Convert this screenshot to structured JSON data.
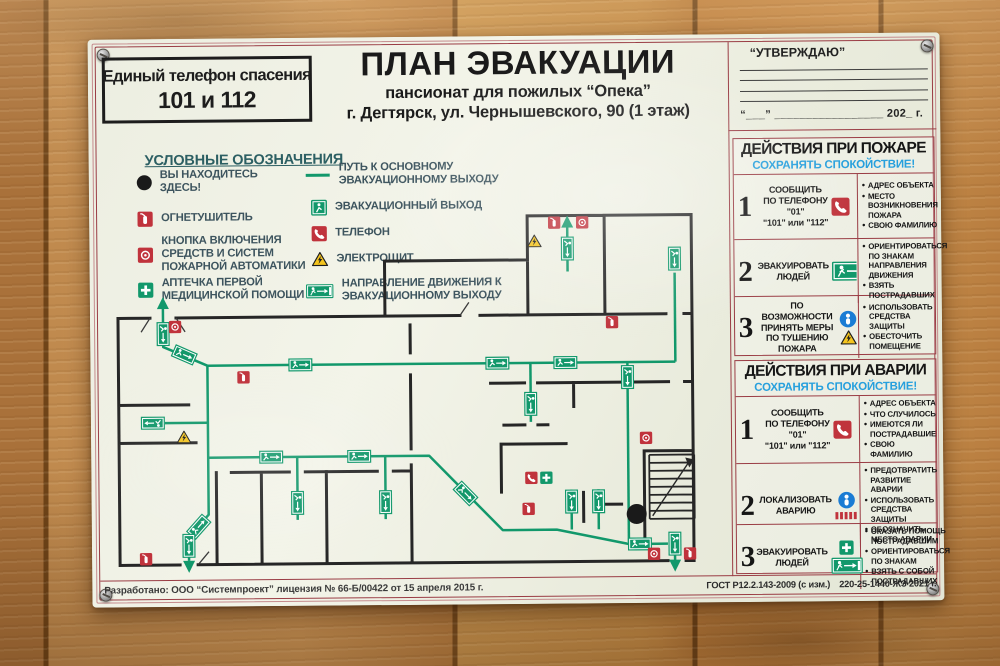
{
  "header": {
    "phone_box_line1": "Единый телефон спасения",
    "phone_box_line2": "101 и 112",
    "title": "ПЛАН ЭВАКУАЦИИ",
    "subtitle": "пансионат для пожилых “Опека”",
    "address": "г. Дегтярск, ул. Чернышевского, 90 (1 этаж)"
  },
  "approval": {
    "title": "“УТВЕРЖДАЮ”",
    "date_line": "“___” _________________ 202_ г."
  },
  "legend": {
    "heading": "УСЛОВНЫЕ ОБОЗНАЧЕНИЯ",
    "left": [
      {
        "icon": "you-are-here-dot-icon",
        "label": "ВЫ НАХОДИТЕСЬ ЗДЕСЬ!"
      },
      {
        "icon": "fire-extinguisher-icon",
        "label": "ОГНЕТУШИТЕЛЬ"
      },
      {
        "icon": "fire-alarm-button-icon",
        "label": "КНОПКА ВКЛЮЧЕНИЯ СРЕДСТВ И СИСТЕМ ПОЖАРНОЙ АВТОМАТИКИ"
      },
      {
        "icon": "first-aid-kit-icon",
        "label": "АПТЕЧКА ПЕРВОЙ МЕДИЦИНСКОЙ ПОМОЩИ"
      }
    ],
    "right": [
      {
        "icon": "route-line-icon",
        "label": "ПУТЬ К ОСНОВНОМУ ЭВАКУАЦИОННОМУ ВЫХОДУ"
      },
      {
        "icon": "emergency-exit-icon",
        "label": "ЭВАКУАЦИОННЫЙ ВЫХОД"
      },
      {
        "icon": "telephone-icon",
        "label": "ТЕЛЕФОН"
      },
      {
        "icon": "electrical-panel-icon",
        "label": "ЭЛЕКТРОЩИТ"
      },
      {
        "icon": "direction-sign-icon",
        "label": "НАПРАВЛЕНИЕ ДВИЖЕНИЯ К ЭВАКУАЦИОННОМУ ВЫХОДУ"
      }
    ]
  },
  "fire_panel": {
    "title": "ДЕЙСТВИЯ ПРИ ПОЖАРЕ",
    "subtitle": "СОХРАНЯТЬ СПОКОЙСТВИЕ!",
    "steps": [
      {
        "num": "1",
        "action": "СООБЩИТЬ\nПО ТЕЛЕФОНУ\n\"01\"\n\"101\" или \"112\"",
        "icons": [
          "phone-icon"
        ],
        "bullets": [
          "АДРЕС ОБЪЕКТА",
          "МЕСТО ВОЗНИКНОВЕНИЯ ПОЖАРА",
          "СВОЮ ФАМИЛИЮ"
        ]
      },
      {
        "num": "2",
        "action": "ЭВАКУИРОВАТЬ\nЛЮДЕЙ",
        "icons": [
          "emergency-exit-icon"
        ],
        "bullets": [
          "ОРИЕНТИРОВАТЬСЯ ПО ЗНАКАМ НАПРАВЛЕНИЯ ДВИЖЕНИЯ",
          "ВЗЯТЬ ПОСТРАДАВШИХ"
        ]
      },
      {
        "num": "3",
        "action": "ПО ВОЗМОЖНОСТИ\nПРИНЯТЬ МЕРЫ\nПО ТУШЕНИЮ\nПОЖАРА",
        "icons": [
          "protective-equipment-icon",
          "electrical-warning-icon"
        ],
        "bullets": [
          "ИСПОЛЬЗОВАТЬ СРЕДСТВА ЗАЩИТЫ",
          "ОБЕСТОЧИТЬ ПОМЕЩЕНИЕ"
        ]
      }
    ]
  },
  "accident_panel": {
    "title": "ДЕЙСТВИЯ ПРИ АВАРИИ",
    "subtitle": "СОХРАНЯТЬ СПОКОЙСТВИЕ!",
    "steps": [
      {
        "num": "1",
        "action": "СООБЩИТЬ\nПО ТЕЛЕФОНУ\n\"01\"\n\"101\" или \"112\"",
        "icons": [
          "phone-icon"
        ],
        "bullets": [
          "АДРЕС ОБЪЕКТА",
          "ЧТО СЛУЧИЛОСЬ",
          "ИМЕЮТСЯ ЛИ ПОСТРАДАВШИЕ",
          "СВОЮ ФАМИЛИЮ"
        ]
      },
      {
        "num": "2",
        "action": "ЛОКАЛИЗОВАТЬ\nАВАРИЮ",
        "icons": [
          "protective-equipment-icon",
          "hazard-marking-icon"
        ],
        "bullets": [
          "ПРЕДОТВРАТИТЬ РАЗВИТИЕ АВАРИИ",
          "ИСПОЛЬЗОВАТЬ СРЕДСТВА ЗАЩИТЫ",
          "ОБОЗНАЧИТЬ МЕСТО АВАРИИ"
        ]
      },
      {
        "num": "3",
        "action": "ЭВАКУИРОВАТЬ\nЛЮДЕЙ",
        "icons": [
          "first-aid-kit-icon",
          "emergency-exit-icon"
        ],
        "bullets": [
          "ОКАЗАТЬ ПОМОЩЬ ПОСТРАДАВШИМ",
          "ОРИЕНТИРОВАТЬСЯ ПО ЗНАКАМ",
          "ВЗЯТЬ С СОБОЙ ПОСТРАДАВШИХ"
        ]
      }
    ]
  },
  "footer": {
    "developer": "Разработано: ООО “Системпроект” лицензия № 66-Б/00422 от 15 апреля 2015 г.",
    "gost": "ГОСТ Р12.2.143-2009 (с изм.)",
    "code": "220-25-1440-ЖЗ 2021 г."
  },
  "colors": {
    "route_green": "#12986b",
    "alarm_red": "#c0333c",
    "frame_maroon": "#9a3c44",
    "calm_blue": "#27a0dd",
    "warning_yellow": "#f4c41f",
    "board_cream": "#eef0e3",
    "wall_black": "#262626",
    "wood_brown": "#b97f42"
  }
}
